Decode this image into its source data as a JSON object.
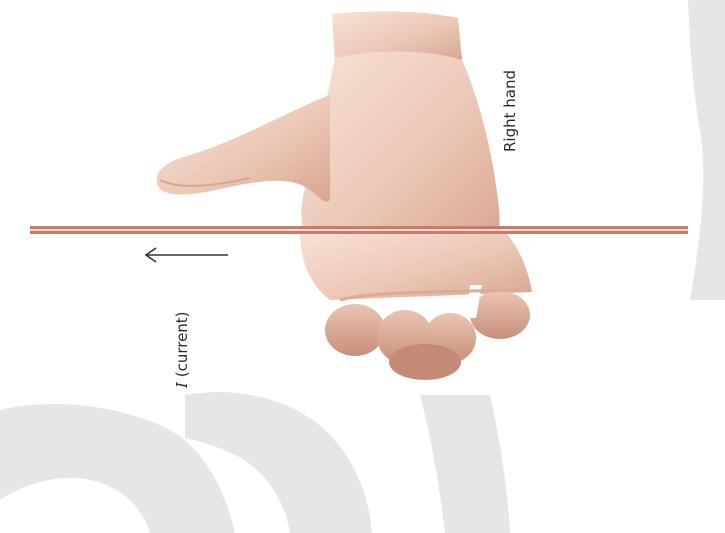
{
  "labels": {
    "hand": "Right hand",
    "current_symbol": "I",
    "current_text": "(current)"
  },
  "colors": {
    "wire": "#c97c6c",
    "skin_light": "#f6ddd0",
    "skin_mid": "#e9c1ae",
    "skin_dark": "#c98f7c",
    "watermark": "#e6e6e6",
    "arrow": "#333333"
  },
  "icons": {
    "hand": "right-hand-icon",
    "arrow": "arrow-left-icon"
  }
}
